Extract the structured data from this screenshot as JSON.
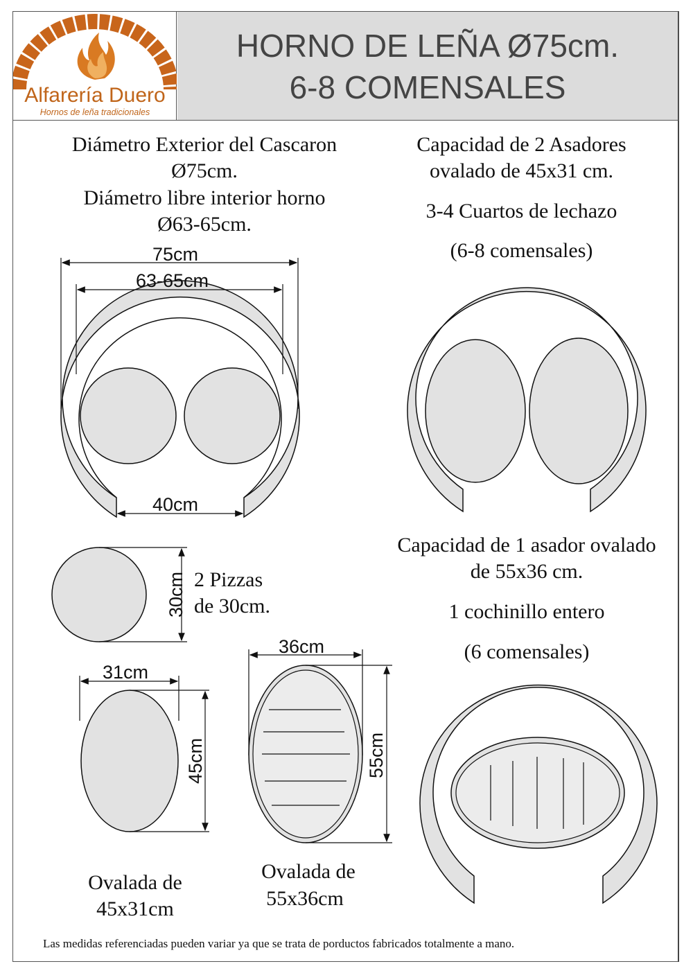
{
  "logo": {
    "brand_name": "Alfarería Duero",
    "tagline": "Hornos de leña tradicionales",
    "brand_color": "#c0651a",
    "flame_color": "#d97a22",
    "arch_color": "#c8651b"
  },
  "header": {
    "title_line1": "HORNO DE LEÑA Ø75cm.",
    "title_line2": "6-8 COMENSALES",
    "background": "#dcdcdc"
  },
  "left_block": {
    "line1": "Diámetro Exterior del Cascaron",
    "line2": "Ø75cm.",
    "line3": "Diámetro libre interior horno",
    "line4": "Ø63-65cm."
  },
  "right_block": {
    "line1": "Capacidad de 2 Asadores",
    "line2": "ovalado de  45x31 cm.",
    "line3": "3-4 Cuartos de lechazo",
    "line4": "(6-8 comensales)"
  },
  "pizza_oven": {
    "outer_dim": "75cm",
    "inner_dim": "63-65cm",
    "mouth_dim": "40cm"
  },
  "pizza": {
    "dim": "30cm",
    "label_line1": "2 Pizzas",
    "label_line2": "de 30cm."
  },
  "oval_small": {
    "width_dim": "31cm",
    "height_dim": "45cm",
    "caption_line1": "Ovalada de",
    "caption_line2": "45x31cm"
  },
  "oval_large": {
    "width_dim": "36cm",
    "height_dim": "55cm",
    "caption_line1": "Ovalada de",
    "caption_line2": "55x36cm"
  },
  "single_roaster": {
    "line1": "Capacidad de 1 asador ovalado",
    "line2": "de 55x36 cm.",
    "line3": "1 cochinillo entero",
    "line4": "(6 comensales)"
  },
  "footer": {
    "note": "Las medidas referenciadas pueden variar ya que se trata de porductos fabricados totalmente a mano."
  },
  "colors": {
    "shell_fill": "#e2e2e2",
    "line": "#111111"
  }
}
